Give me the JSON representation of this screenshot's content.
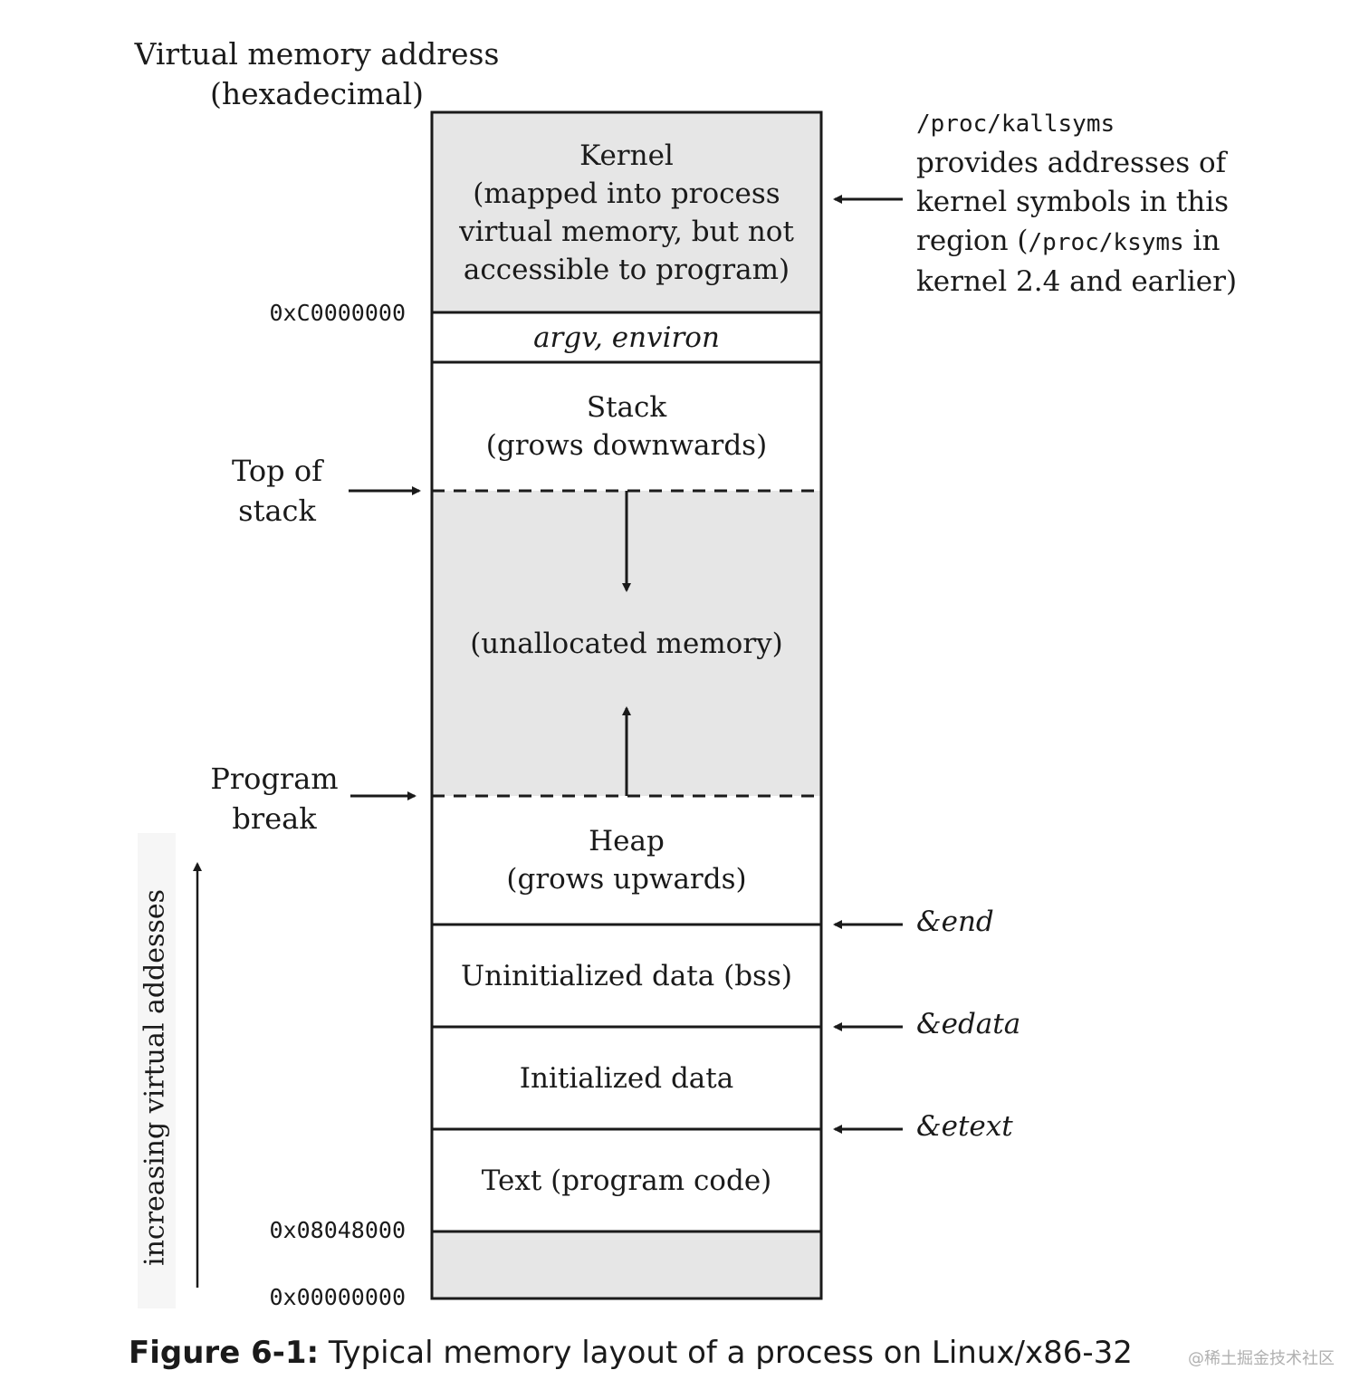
{
  "axis_title": {
    "line1": "Virtual memory address",
    "line2": "(hexadecimal)"
  },
  "segments": {
    "kernel": [
      "Kernel",
      "(mapped into process",
      "virtual memory, but not",
      "accessible to program)"
    ],
    "argv": "argv, environ",
    "stack": [
      "Stack",
      "(grows downwards)"
    ],
    "unallocated": "(unallocated memory)",
    "heap": [
      "Heap",
      "(grows upwards)"
    ],
    "bss": "Uninitialized data (bss)",
    "init_data": "Initialized data",
    "text": "Text (program code)"
  },
  "addresses": {
    "kernel_start": "0xC0000000",
    "text_start": "0x08048000",
    "zero": "0x00000000"
  },
  "left_labels": {
    "top_of_stack": [
      "Top of",
      "stack"
    ],
    "program_break": [
      "Program",
      "break"
    ]
  },
  "kernel_note": {
    "path1": "/proc/kallsyms",
    "line2": "provides addresses of",
    "line3": "kernel symbols in this",
    "line4_pre": "region (",
    "path2": "/proc/ksyms",
    "line4_post": " in",
    "line5": "kernel 2.4 and earlier)"
  },
  "symbols": {
    "end": "&end",
    "edata": "&edata",
    "etext": "&etext"
  },
  "vertical_axis_label": "increasing virtual addesses",
  "caption": {
    "bold": "Figure 6-1:",
    "text": " Typical memory layout of a process on Linux/x86-32"
  },
  "watermark": "@稀土掘金技术社区",
  "colors": {
    "shaded": "#e6e6e6",
    "line": "#1a1a1a"
  }
}
